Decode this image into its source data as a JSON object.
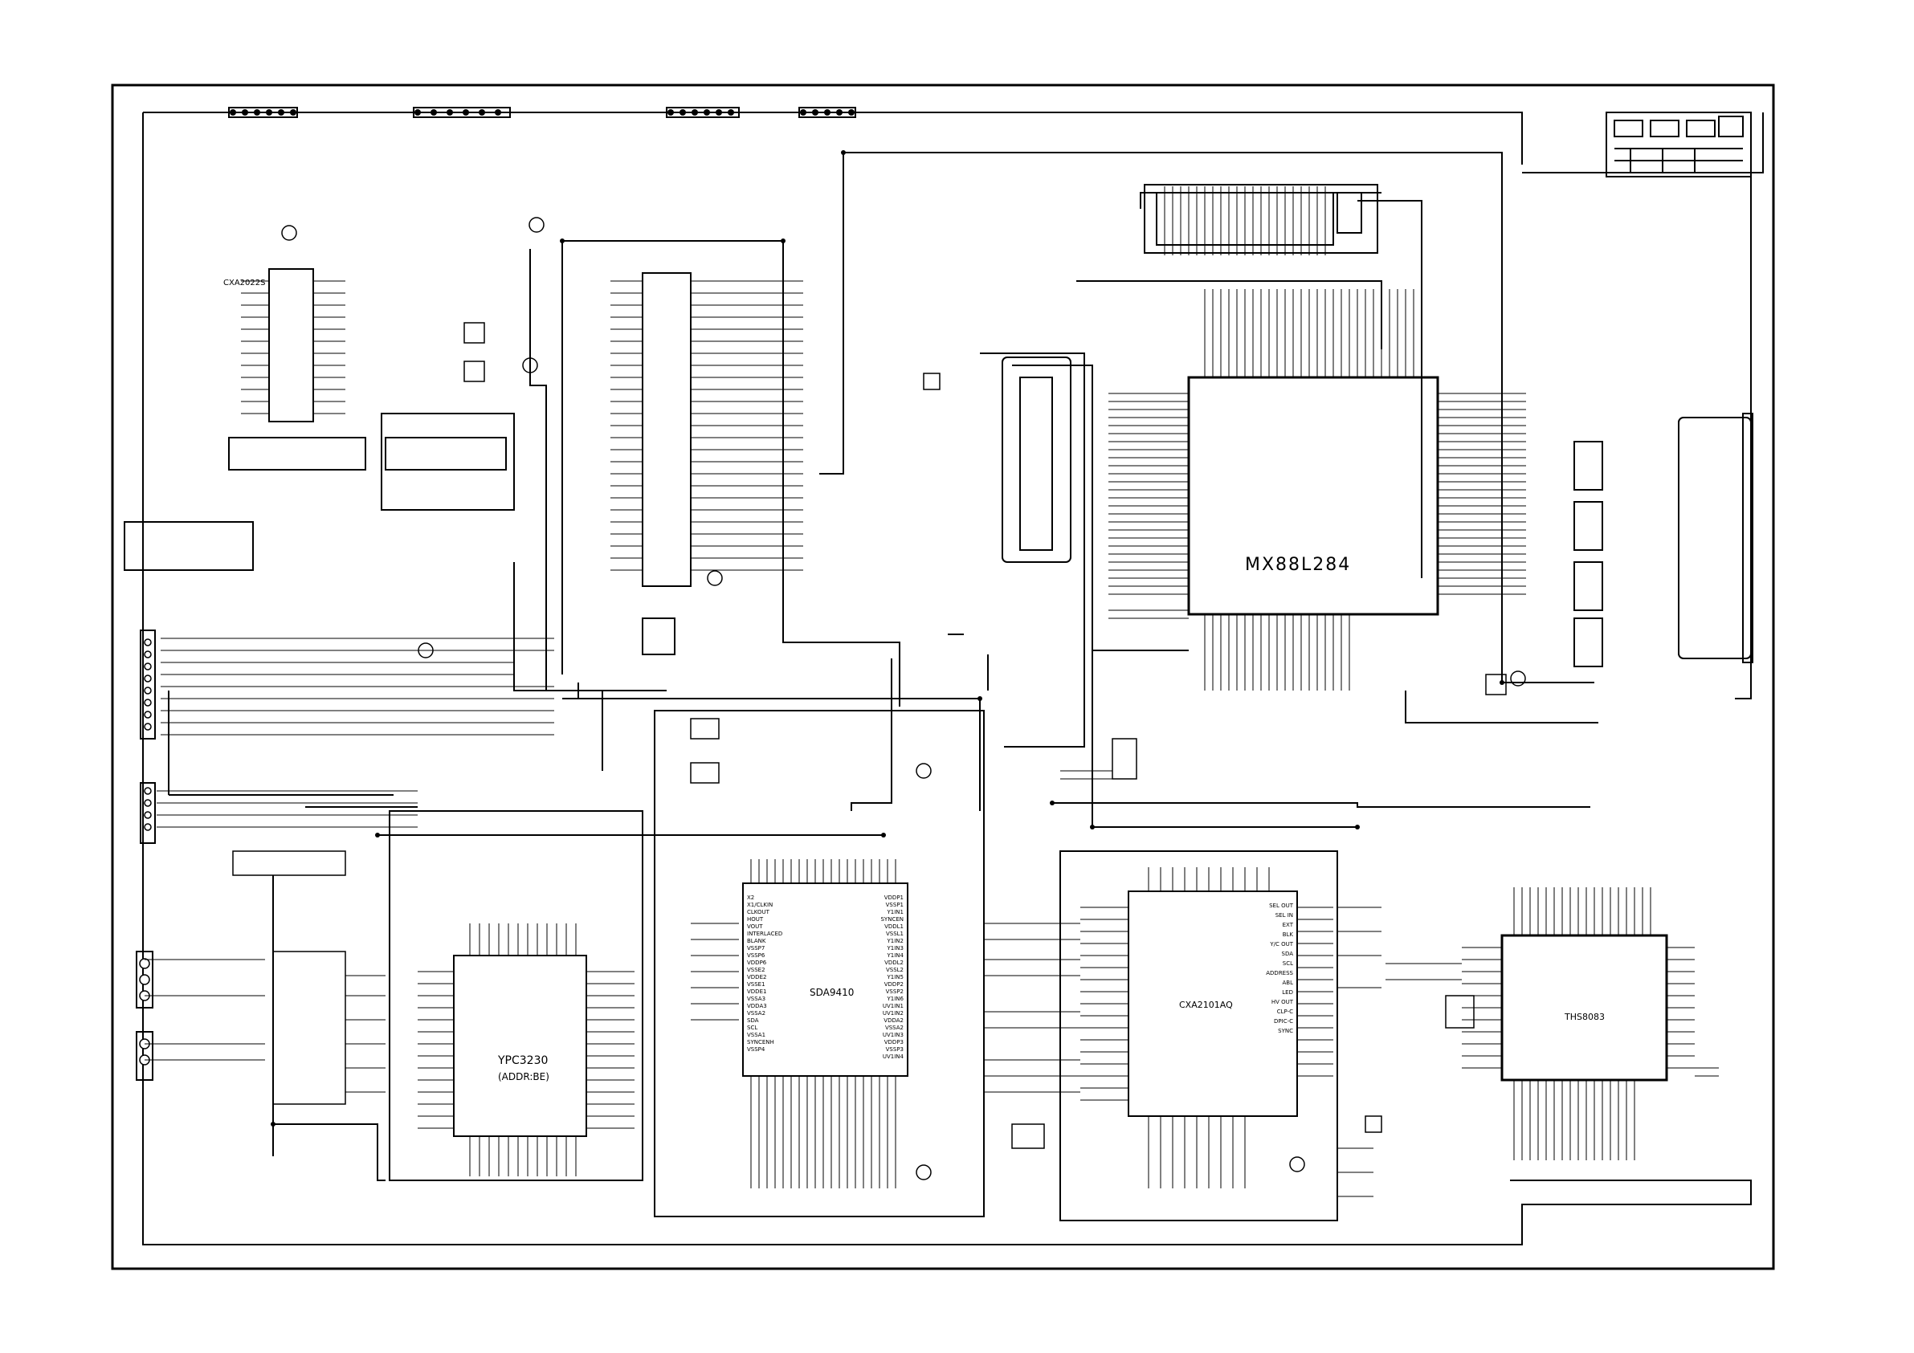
{
  "chips": {
    "mx88l284": {
      "part": "MX88L284"
    },
    "cxa2022s": {
      "part": "CXA2022S"
    },
    "ypc3230": {
      "part": "YPC3230",
      "sub": "(ADDR:BE)"
    },
    "sda9410": {
      "part": "SDA9410"
    },
    "cxa2101aq": {
      "part": "CXA2101AQ"
    },
    "ths8083": {
      "part": "THS8083"
    }
  },
  "sda9410_pins_left": [
    "X2",
    "X1/CLKIN",
    "CLKOUT",
    "HOUT",
    "VOUT",
    "INTERLACED",
    "BLANK",
    "VSSP7",
    "VSSP6",
    "VDDP6",
    "VSSE2",
    "VDDE2",
    "VSSE1",
    "VDDE1",
    "VSSA3",
    "VDDA3",
    "VSSA2",
    "SDA",
    "SCL",
    "VSSA1",
    "SYNCENH",
    "VSSP4"
  ],
  "sda9410_pins_right": [
    "VDDP1",
    "VSSP1",
    "Y1IN1",
    "SYNCEN",
    "VDDL1",
    "VSSL1",
    "Y1IN2",
    "Y1IN3",
    "Y1IN4",
    "VDDL2",
    "VSSL2",
    "Y1IN5",
    "VDDP2",
    "VSSP2",
    "Y1IN6",
    "UV1IN1",
    "UV1IN2",
    "VDDA2",
    "VSSA2",
    "UV1IN3",
    "VDDP3",
    "VSSP3",
    "UV1IN4"
  ],
  "cxa2101aq_pins": [
    "SEL OUT",
    "SEL IN",
    "EXT",
    "BLK",
    "Y/C OUT",
    "SDA",
    "SCL",
    "ADDRESS",
    "ABL",
    "LED",
    "HV OUT",
    "CLP-C",
    "DPIC-C",
    "SYNC"
  ],
  "theme": {
    "ink": "#000000",
    "paper": "#ffffff"
  }
}
